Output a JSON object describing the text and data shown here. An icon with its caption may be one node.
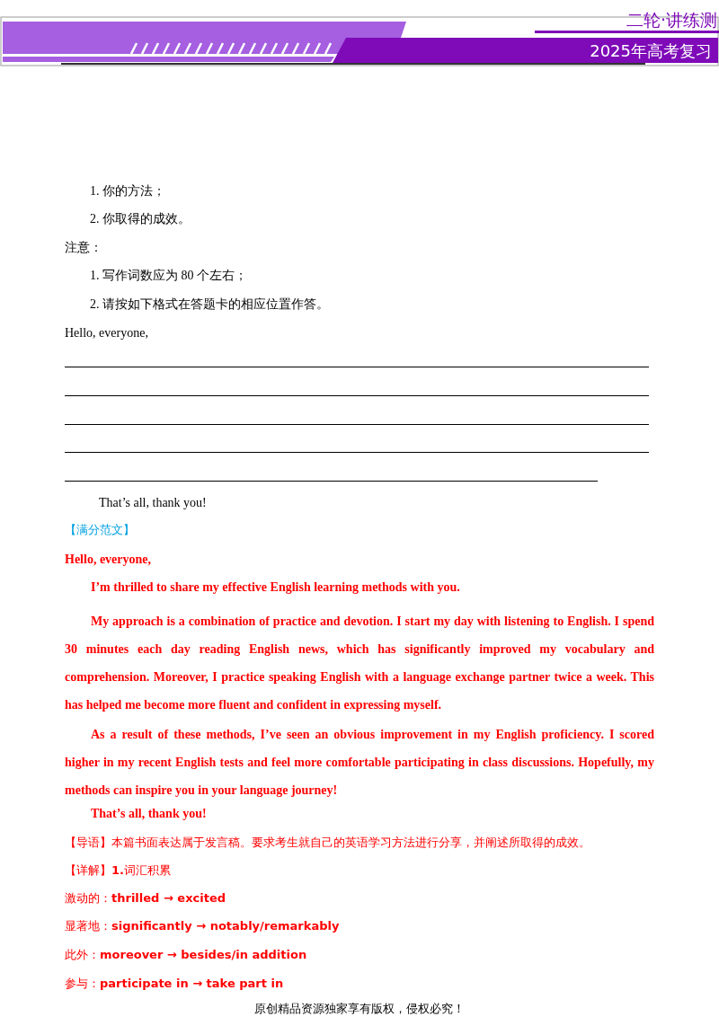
{
  "diagram": {
    "labels": [
      "二轮·讲练测",
      "2025年高考复习",
      "1. 你的方法；",
      "2. 你取得的成效。",
      "注意：",
      "1. 写作词数应为 80 个左右；",
      "2. 请按如下格式在答题卡的相应位置作答。",
      "Hello, everyone,",
      "That’s all, thank you!",
      "【满分范文】",
      "Hello, everyone,",
      "I’m thrilled to share my effective English learning methods with you.",
      "My approach is a combination of practice and devotion. I start my day with listening to English. I spend 30 minutes each day reading English news, which has significantly improved my vocabulary and comprehension. Moreover, I practice speaking English with a language exchange partner twice a week. This has helped me become more fluent and confident in expressing myself.",
      "As a result of these methods, I’ve seen an obvious improvement in my English proficiency. I scored higher in my recent English tests and feel more comfortable participating in class discussions. Hopefully, my methods can inspire you in your language journey!",
      "That’s all, thank you!",
      "【导语】本篇书面表达属于发言稿。要求考生就自己的英语学习方法进行分享，并阐述所取得的成效。",
      "【详解】**1.**词汇积累",
      "激动的：**thrilled → excited**",
      "显著地：**significantly → notably/remarkably**",
      "此外：**moreover → besides/in addition**",
      "参与：**participate in → take part in**",
      "原创精品资源独家享有版权，侵权必究！"
    ]
  }
}
